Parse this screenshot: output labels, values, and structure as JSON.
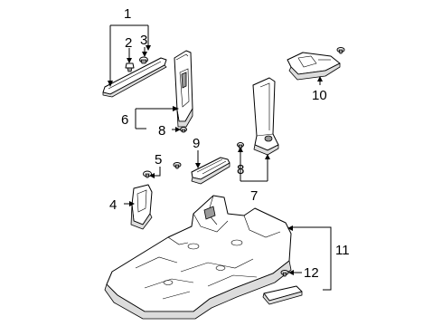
{
  "diagram": {
    "background": "#ffffff",
    "line_color": "#000000",
    "callouts": {
      "c1": "1",
      "c2": "2",
      "c3": "3",
      "c4": "4",
      "c5": "5",
      "c6": "6",
      "c7": "7",
      "c8a": "8",
      "c8b": "8",
      "c9": "9",
      "c10": "10",
      "c11": "11",
      "c12": "12"
    }
  }
}
